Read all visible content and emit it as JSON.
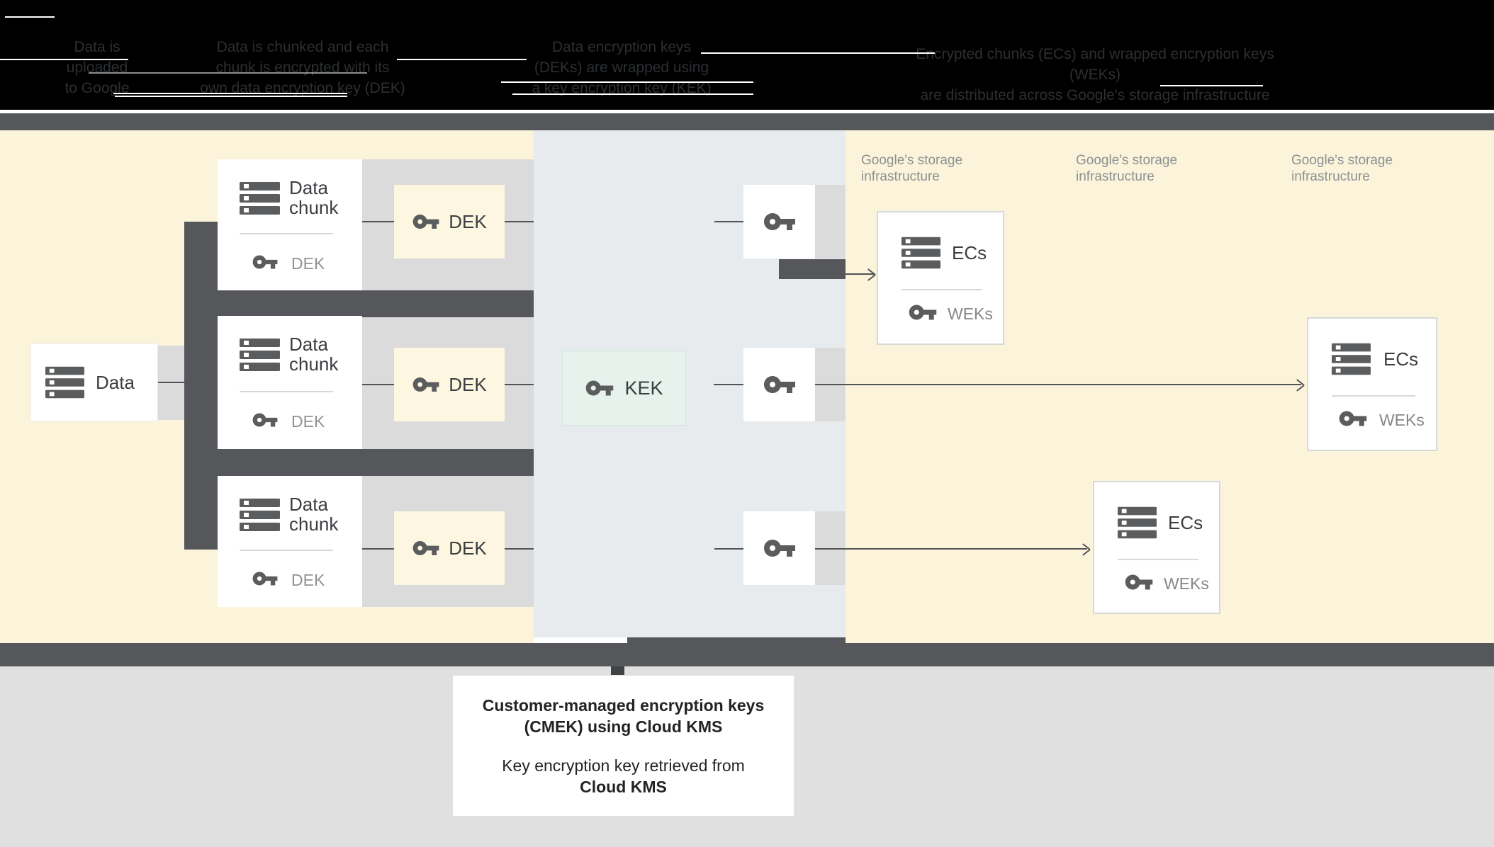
{
  "colors": {
    "top_band_bg": "#000000",
    "pipe_gray": "#56575a",
    "section_yellow": "#fbf4db",
    "section_bluegray": "#e7ebed",
    "dek_box_yellow": "#fdf6e0",
    "kek_box_green": "#e6f2eb",
    "backing_gray": "#dbdbdb",
    "bottom_panel_gray": "#e0e0e0",
    "icon_gray": "#5a5c5e",
    "label_gray": "#8d9093"
  },
  "process_steps": [
    {
      "lines": [
        "Data is",
        "uploaded",
        "to Google"
      ]
    },
    {
      "lines": [
        "Data is chunked and each",
        "chunk is encrypted with its",
        "own data encryption key (DEK)"
      ]
    },
    {
      "lines": [
        "Data encryption keys",
        "(DEKs) are wrapped using",
        "a key encryption key (KEK)"
      ]
    },
    {
      "lines": [
        "Encrypted chunks (ECs) and wrapped encryption keys (WEKs)",
        "are distributed across Google's storage infrastructure"
      ]
    }
  ],
  "diagram": {
    "data_box": {
      "label": "Data"
    },
    "chunk_cards": [
      {
        "title_line1": "Data",
        "title_line2": "chunk",
        "key_label": "DEK"
      },
      {
        "title_line1": "Data",
        "title_line2": "chunk",
        "key_label": "DEK"
      },
      {
        "title_line1": "Data",
        "title_line2": "chunk",
        "key_label": "DEK"
      }
    ],
    "dek_boxes": [
      {
        "label": "DEK"
      },
      {
        "label": "DEK"
      },
      {
        "label": "DEK"
      }
    ],
    "kek_box": {
      "label": "KEK"
    },
    "storage_labels": [
      {
        "line1": "Google's storage",
        "line2": "infrastructure"
      },
      {
        "line1": "Google's storage",
        "line2": "infrastructure"
      },
      {
        "line1": "Google's storage",
        "line2": "infrastructure"
      }
    ],
    "ecs_cards": [
      {
        "title": "ECs",
        "key_label": "WEKs"
      },
      {
        "title": "ECs",
        "key_label": "WEKs"
      },
      {
        "title": "ECs",
        "key_label": "WEKs"
      }
    ]
  },
  "caption": {
    "title_line1": "Customer-managed encryption keys",
    "title_line2": "(CMEK) using Cloud KMS",
    "body_line1": "Key encryption key retrieved from",
    "body_line2": "Cloud KMS"
  }
}
